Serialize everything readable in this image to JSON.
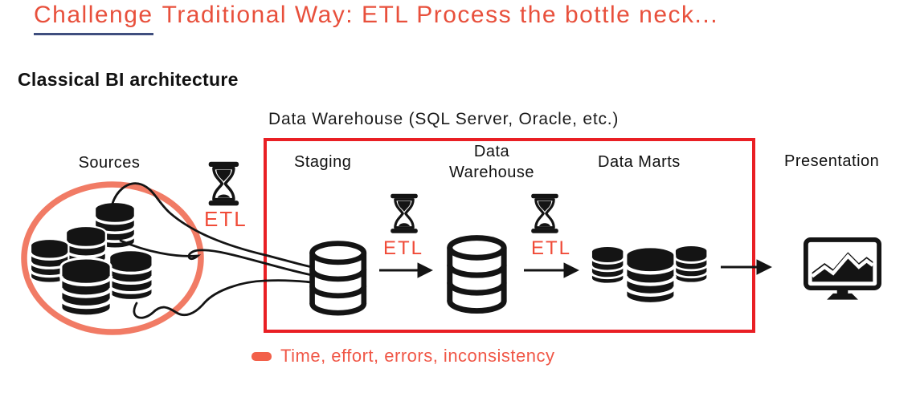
{
  "slide": {
    "title": {
      "highlight": "Challenge",
      "rest": "Traditional Way: ETL Process the bottle neck..."
    },
    "section_heading": "Classical BI architecture",
    "warehouse_caption": "Data Warehouse (SQL Server, Oracle, etc.)"
  },
  "stages": {
    "sources": "Sources",
    "staging": "Staging",
    "data_warehouse": "Data Warehouse",
    "data_marts": "Data Marts",
    "presentation": "Presentation"
  },
  "etl": {
    "label": "ETL"
  },
  "legend": {
    "text": "Time, effort, errors, inconsistency"
  },
  "icons": {
    "hourglass": "hourglass-icon",
    "database_outline": "database-icon",
    "database_stack": "database-stack-icon",
    "monitor_chart": "dashboard-monitor-icon",
    "legend_marker": "dash-marker"
  },
  "colors": {
    "title_text": "#e8503c",
    "title_underline": "#3f4e7e",
    "etl_text": "#f04b38",
    "warehouse_box_border": "#e91f24",
    "sources_circle": "#ef6950",
    "legend_text": "#f05747",
    "ink": "#141414"
  }
}
